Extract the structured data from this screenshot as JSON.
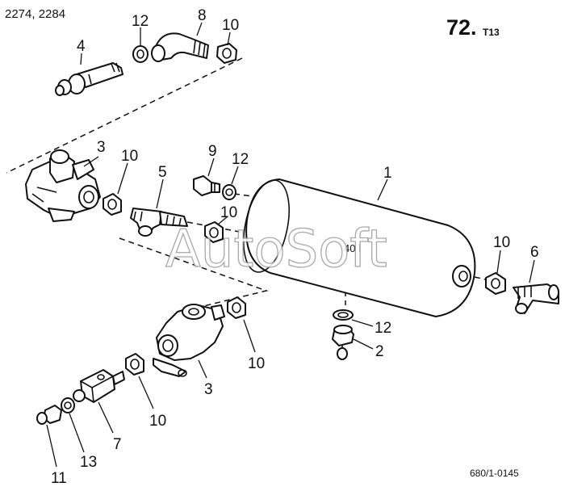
{
  "header": {
    "model_codes": "2274, 2284",
    "page_number": "72.",
    "page_suffix": "T13"
  },
  "footer": {
    "drawing_code": "680/1-0145"
  },
  "watermark": "AutoSoft",
  "tank_marking": "40 l",
  "callouts": [
    "1",
    "2",
    "3",
    "3",
    "4",
    "5",
    "6",
    "7",
    "8",
    "9",
    "10",
    "10",
    "10",
    "10",
    "10",
    "10",
    "11",
    "12",
    "12",
    "12",
    "13"
  ]
}
